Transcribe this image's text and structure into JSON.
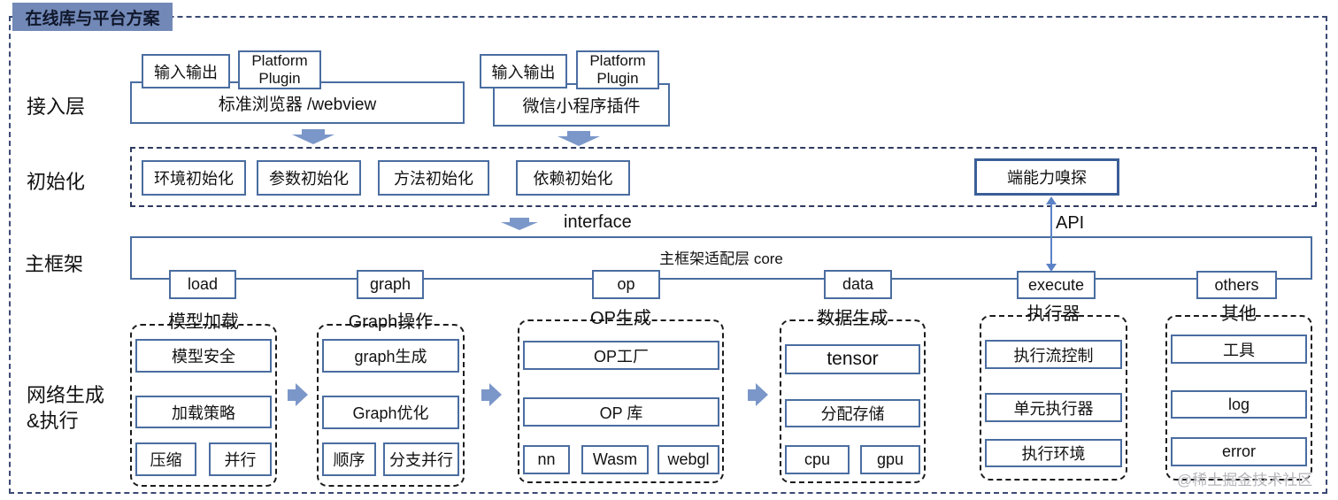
{
  "title": "在线库与平台方案",
  "watermark": "@稀土掘金技术社区",
  "labels": {
    "interface": "interface",
    "api": "API"
  },
  "colors": {
    "title_bg": "#7289b7",
    "box_border": "#4a6da0",
    "arrow_blue": "#7b97c9",
    "outer_dash": "#3b4a73",
    "group_dash": "#1b1b1b",
    "probe_border": "#3a5e97"
  },
  "access": {
    "label": "接入层",
    "groups": [
      {
        "io_tab": "输入输出",
        "plugin_tab": "Platform Plugin",
        "container": "标准浏览器 /webview"
      },
      {
        "io_tab": "输入输出",
        "plugin_tab": "Platform Plugin",
        "container": "微信小程序插件"
      }
    ]
  },
  "init": {
    "label": "初始化",
    "items": [
      "环境初始化",
      "参数初始化",
      "方法初始化",
      "依赖初始化"
    ],
    "probe": "端能力嗅探"
  },
  "main": {
    "label": "主框架",
    "core": "主框架适配层 core",
    "ports": [
      "load",
      "graph",
      "op",
      "data",
      "execute",
      "others"
    ]
  },
  "network": {
    "label_line1": "网络生成",
    "label_line2": "&执行",
    "columns": [
      {
        "title": "模型加载",
        "rows": [
          [
            "模型安全"
          ],
          [
            "加载策略"
          ],
          [
            "压缩",
            "并行"
          ]
        ]
      },
      {
        "title": "Graph操作",
        "rows": [
          [
            "graph生成"
          ],
          [
            "Graph优化"
          ],
          [
            "顺序",
            "分支并行"
          ]
        ]
      },
      {
        "title": "OP生成",
        "rows": [
          [
            "OP工厂"
          ],
          [
            "OP 库"
          ],
          [
            "nn",
            "Wasm",
            "webgl"
          ]
        ]
      },
      {
        "title": "数据生成",
        "rows": [
          [
            "tensor"
          ],
          [
            "分配存储"
          ],
          [
            "cpu",
            "gpu"
          ]
        ]
      },
      {
        "title": "执行器",
        "rows": [
          [
            "执行流控制"
          ],
          [
            "单元执行器"
          ],
          [
            "执行环境"
          ]
        ]
      },
      {
        "title": "其他",
        "rows": [
          [
            "工具"
          ],
          [
            "log"
          ],
          [
            "error"
          ]
        ]
      }
    ]
  }
}
